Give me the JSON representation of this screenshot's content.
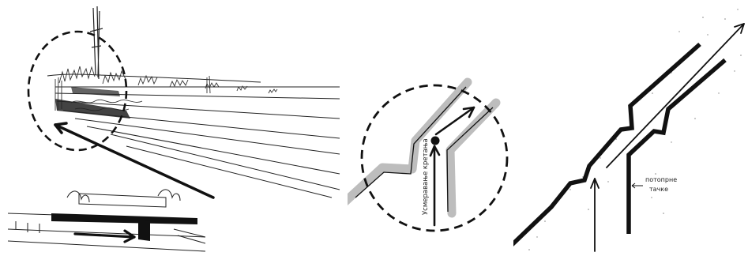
{
  "panels": {
    "circle": {
      "annotation": "Усмеравање кретања"
    },
    "plan": {
      "annotation_line1": "потопрне",
      "annotation_line2": "тачке"
    }
  },
  "colors": {
    "ink": "#111111",
    "gray_path": "#bdbdbd",
    "background": "#ffffff"
  }
}
